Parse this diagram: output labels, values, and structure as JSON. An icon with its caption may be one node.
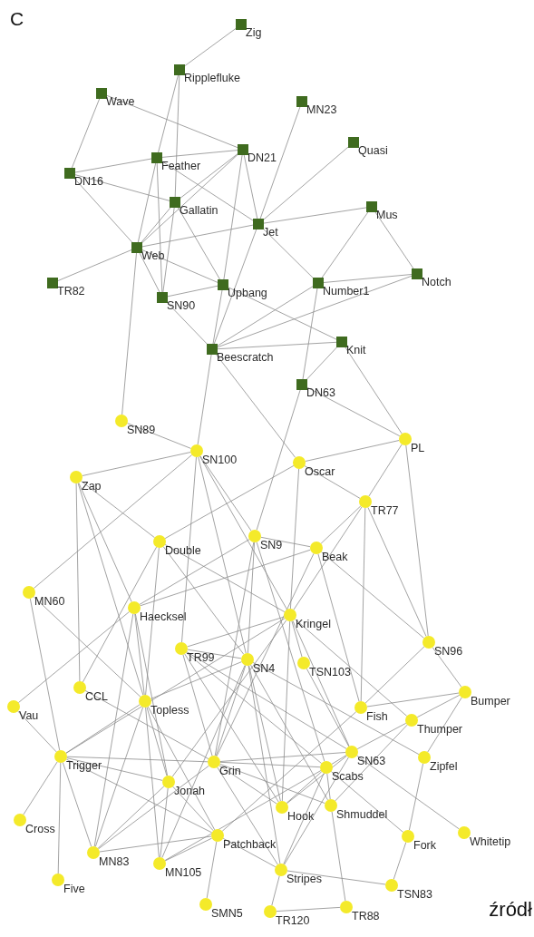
{
  "diagram": {
    "nodes": [
      {
        "text": [],
        "shape": "box",
        "beside": [
          "Zig"
        ]
      },
      {
        "text": [],
        "shape": "box",
        "beside": [
          "Ripplefluke"
        ]
      },
      {
        "text": [],
        "shape": "box",
        "beside": [
          "Wave"
        ]
      },
      {
        "text": [],
        "shape": "box",
        "beside": [
          "MN23"
        ]
      },
      {
        "text": [],
        "shape": "box",
        "beside": [
          "DN21"
        ]
      },
      {
        "text": [],
        "shape": "box",
        "beside": [
          "Feather"
        ]
      },
      {
        "text": [],
        "shape": "box",
        "beside": [
          "Quasi"
        ]
      },
      {
        "text": [],
        "shape": "box",
        "beside": [
          "DN16"
        ]
      },
      {
        "text": [],
        "shape": "box",
        "beside": [
          "Gallatin"
        ]
      },
      {
        "text": [],
        "shape": "box",
        "beside": [
          "Jet"
        ]
      },
      {
        "text": [],
        "shape": "box",
        "beside": [
          "Mus"
        ]
      },
      {
        "text": [],
        "shape": "box",
        "beside": [
          "Web"
        ]
      },
      {
        "text": [],
        "shape": "box",
        "beside": [
          "TR82"
        ]
      },
      {
        "text": [],
        "shape": "box",
        "beside": [
          "SN90"
        ]
      },
      {
        "text": [],
        "shape": "box",
        "beside": [
          "Upbang"
        ]
      },
      {
        "text": [],
        "shape": "box",
        "beside": [
          "Number1"
        ]
      },
      {
        "text": [],
        "shape": "box",
        "beside": [
          "Notch"
        ]
      },
      {
        "text": [],
        "shape": "box",
        "beside": [
          "Beescratch"
        ]
      },
      {
        "text": [],
        "shape": "box",
        "beside": [
          "Knit"
        ]
      },
      {
        "text": [],
        "shape": "box",
        "beside": [
          "DN63"
        ]
      },
      {
        "text": [],
        "shape": "circle",
        "beside": [
          "SN89"
        ]
      },
      {
        "text": [],
        "shape": "circle",
        "beside": [
          "PL"
        ]
      },
      {
        "text": [],
        "shape": "circle",
        "beside": [
          "SN100"
        ]
      },
      {
        "text": [],
        "shape": "circle",
        "beside": [
          "Oscar"
        ]
      },
      {
        "text": [],
        "shape": "circle",
        "beside": [
          "Zap"
        ]
      },
      {
        "text": [],
        "shape": "circle",
        "beside": [
          "TR77"
        ]
      },
      {
        "text": [],
        "shape": "circle",
        "beside": [
          "SN9"
        ]
      },
      {
        "text": [],
        "shape": "circle",
        "beside": [
          "Double"
        ]
      },
      {
        "text": [],
        "shape": "circle",
        "beside": [
          "Beak"
        ]
      },
      {
        "text": [],
        "shape": "circle",
        "beside": [
          "MN60"
        ]
      },
      {
        "text": [],
        "shape": "circle",
        "beside": [
          "Haecksel"
        ]
      },
      {
        "text": [],
        "shape": "circle",
        "beside": [
          "Kringel"
        ]
      },
      {
        "text": [],
        "shape": "circle",
        "beside": [
          "SN96"
        ]
      },
      {
        "text": [],
        "shape": "circle",
        "beside": [
          "TR99"
        ]
      },
      {
        "text": [],
        "shape": "circle",
        "beside": [
          "SN4"
        ]
      },
      {
        "text": [],
        "shape": "circle",
        "beside": [
          "TSN103"
        ]
      },
      {
        "text": [],
        "shape": "circle",
        "beside": [
          "CCL"
        ]
      },
      {
        "text": [],
        "shape": "circle",
        "beside": [
          "Topless"
        ]
      },
      {
        "text": [],
        "shape": "circle",
        "beside": [
          "Bumper"
        ]
      },
      {
        "text": [],
        "shape": "circle",
        "beside": [
          "Vau"
        ]
      },
      {
        "text": [],
        "shape": "circle",
        "beside": [
          "Fish"
        ]
      },
      {
        "text": [],
        "shape": "circle",
        "beside": [
          "Thumper"
        ]
      },
      {
        "text": [],
        "shape": "circle",
        "beside": [
          "SN63"
        ]
      },
      {
        "text": [],
        "shape": "circle",
        "beside": [
          "Trigger"
        ]
      },
      {
        "text": [],
        "shape": "circle",
        "beside": [
          "Zipfel"
        ]
      },
      {
        "text": [],
        "shape": "circle",
        "beside": [
          "Grin"
        ]
      },
      {
        "text": [],
        "shape": "circle",
        "beside": [
          "Scabs"
        ]
      },
      {
        "text": [],
        "shape": "circle",
        "beside": [
          "Jonah"
        ]
      },
      {
        "text": [],
        "shape": "circle",
        "beside": [
          "Hook"
        ]
      },
      {
        "text": [],
        "shape": "circle",
        "beside": [
          "Shmuddel"
        ]
      },
      {
        "text": [],
        "shape": "circle",
        "beside": [
          "Cross"
        ]
      },
      {
        "text": [],
        "shape": "circle",
        "beside": [
          "Fork"
        ]
      },
      {
        "text": [],
        "shape": "circle",
        "beside": [
          "Whitetip"
        ]
      },
      {
        "text": [],
        "shape": "circle",
        "beside": [
          "Patchback"
        ]
      },
      {
        "text": [],
        "shape": "circle",
        "beside": [
          "MN83"
        ]
      },
      {
        "text": [],
        "shape": "circle",
        "beside": [
          "MN105"
        ]
      },
      {
        "text": [],
        "shape": "circle",
        "beside": [
          "Stripes"
        ]
      },
      {
        "text": [],
        "shape": "circle",
        "beside": [
          "TSN83"
        ]
      },
      {
        "text": [],
        "shape": "circle",
        "beside": [
          "Five"
        ]
      },
      {
        "text": [],
        "shape": "circle",
        "beside": [
          "SMN5"
        ]
      },
      {
        "text": [],
        "shape": "circle",
        "beside": [
          "TR120"
        ]
      },
      {
        "text": [],
        "shape": "circle",
        "beside": [
          "TR88"
        ]
      }
    ],
    "edges": [
      {
        "from": 0,
        "to": 1,
        "arrow": "none"
      },
      {
        "from": 1,
        "to": 5,
        "arrow": "none"
      },
      {
        "from": 1,
        "to": 8,
        "arrow": "none"
      },
      {
        "from": 2,
        "to": 7,
        "arrow": "none"
      },
      {
        "from": 2,
        "to": 4,
        "arrow": "none"
      },
      {
        "from": 3,
        "to": 9,
        "arrow": "none"
      },
      {
        "from": 4,
        "to": 5,
        "arrow": "none"
      },
      {
        "from": 4,
        "to": 8,
        "arrow": "none"
      },
      {
        "from": 4,
        "to": 9,
        "arrow": "none"
      },
      {
        "from": 4,
        "to": 11,
        "arrow": "none"
      },
      {
        "from": 4,
        "to": 14,
        "arrow": "none"
      },
      {
        "from": 5,
        "to": 7,
        "arrow": "none"
      },
      {
        "from": 5,
        "to": 9,
        "arrow": "none"
      },
      {
        "from": 5,
        "to": 11,
        "arrow": "none"
      },
      {
        "from": 5,
        "to": 13,
        "arrow": "none"
      },
      {
        "from": 6,
        "to": 9,
        "arrow": "none"
      },
      {
        "from": 7,
        "to": 8,
        "arrow": "none"
      },
      {
        "from": 7,
        "to": 11,
        "arrow": "none"
      },
      {
        "from": 8,
        "to": 11,
        "arrow": "none"
      },
      {
        "from": 8,
        "to": 13,
        "arrow": "none"
      },
      {
        "from": 8,
        "to": 14,
        "arrow": "none"
      },
      {
        "from": 9,
        "to": 11,
        "arrow": "none"
      },
      {
        "from": 9,
        "to": 10,
        "arrow": "none"
      },
      {
        "from": 9,
        "to": 15,
        "arrow": "none"
      },
      {
        "from": 9,
        "to": 17,
        "arrow": "none"
      },
      {
        "from": 10,
        "to": 15,
        "arrow": "none"
      },
      {
        "from": 10,
        "to": 16,
        "arrow": "none"
      },
      {
        "from": 11,
        "to": 12,
        "arrow": "none"
      },
      {
        "from": 11,
        "to": 13,
        "arrow": "none"
      },
      {
        "from": 11,
        "to": 14,
        "arrow": "none"
      },
      {
        "from": 11,
        "to": 20,
        "arrow": "none"
      },
      {
        "from": 13,
        "to": 14,
        "arrow": "none"
      },
      {
        "from": 13,
        "to": 17,
        "arrow": "none"
      },
      {
        "from": 14,
        "to": 17,
        "arrow": "none"
      },
      {
        "from": 14,
        "to": 18,
        "arrow": "none"
      },
      {
        "from": 15,
        "to": 16,
        "arrow": "none"
      },
      {
        "from": 15,
        "to": 17,
        "arrow": "none"
      },
      {
        "from": 15,
        "to": 19,
        "arrow": "none"
      },
      {
        "from": 16,
        "to": 17,
        "arrow": "none"
      },
      {
        "from": 17,
        "to": 18,
        "arrow": "none"
      },
      {
        "from": 17,
        "to": 22,
        "arrow": "none"
      },
      {
        "from": 17,
        "to": 23,
        "arrow": "none"
      },
      {
        "from": 18,
        "to": 19,
        "arrow": "none"
      },
      {
        "from": 18,
        "to": 21,
        "arrow": "none"
      },
      {
        "from": 19,
        "to": 21,
        "arrow": "none"
      },
      {
        "from": 19,
        "to": 26,
        "arrow": "none"
      },
      {
        "from": 27,
        "to": 36,
        "arrow": "none"
      },
      {
        "from": 40,
        "to": 28,
        "arrow": "none"
      },
      {
        "from": 40,
        "to": 38,
        "arrow": "none"
      },
      {
        "from": 45,
        "to": 28,
        "arrow": "none"
      },
      {
        "from": 45,
        "to": 36,
        "arrow": "none"
      },
      {
        "from": 30,
        "to": 28,
        "arrow": "none"
      },
      {
        "from": 48,
        "to": 45,
        "arrow": "none"
      },
      {
        "from": 47,
        "to": 30,
        "arrow": "none"
      },
      {
        "from": 31,
        "to": 27,
        "arrow": "none"
      },
      {
        "from": 31,
        "to": 48,
        "arrow": "none"
      },
      {
        "from": 31,
        "to": 47,
        "arrow": "none"
      },
      {
        "from": 55,
        "to": 47,
        "arrow": "none"
      },
      {
        "from": 54,
        "to": 45,
        "arrow": "none"
      },
      {
        "from": 54,
        "to": 30,
        "arrow": "none"
      },
      {
        "from": 54,
        "to": 47,
        "arrow": "none"
      },
      {
        "from": 23,
        "to": 27,
        "arrow": "none"
      },
      {
        "from": 23,
        "to": 31,
        "arrow": "none"
      },
      {
        "from": 53,
        "to": 40,
        "arrow": "none"
      },
      {
        "from": 53,
        "to": 47,
        "arrow": "none"
      },
      {
        "from": 53,
        "to": 55,
        "arrow": "none"
      },
      {
        "from": 53,
        "to": 54,
        "arrow": "none"
      },
      {
        "from": 21,
        "to": 23,
        "arrow": "none"
      },
      {
        "from": 46,
        "to": 51,
        "arrow": "none"
      },
      {
        "from": 46,
        "to": 45,
        "arrow": "none"
      },
      {
        "from": 46,
        "to": 48,
        "arrow": "none"
      },
      {
        "from": 46,
        "to": 55,
        "arrow": "none"
      },
      {
        "from": 49,
        "to": 45,
        "arrow": "none"
      },
      {
        "from": 49,
        "to": 46,
        "arrow": "none"
      },
      {
        "from": 59,
        "to": 53,
        "arrow": "none"
      },
      {
        "from": 22,
        "to": 31,
        "arrow": "none"
      },
      {
        "from": 22,
        "to": 29,
        "arrow": "none"
      },
      {
        "from": 34,
        "to": 27,
        "arrow": "none"
      },
      {
        "from": 34,
        "to": 45,
        "arrow": "none"
      },
      {
        "from": 34,
        "to": 48,
        "arrow": "none"
      },
      {
        "from": 34,
        "to": 55,
        "arrow": "none"
      },
      {
        "from": 34,
        "to": 49,
        "arrow": "none"
      },
      {
        "from": 34,
        "to": 22,
        "arrow": "none"
      },
      {
        "from": 42,
        "to": 45,
        "arrow": "none"
      },
      {
        "from": 42,
        "to": 48,
        "arrow": "none"
      },
      {
        "from": 42,
        "to": 31,
        "arrow": "none"
      },
      {
        "from": 42,
        "to": 46,
        "arrow": "none"
      },
      {
        "from": 20,
        "to": 22,
        "arrow": "none"
      },
      {
        "from": 26,
        "to": 28,
        "arrow": "none"
      },
      {
        "from": 26,
        "to": 45,
        "arrow": "none"
      },
      {
        "from": 26,
        "to": 30,
        "arrow": "none"
      },
      {
        "from": 26,
        "to": 46,
        "arrow": "none"
      },
      {
        "from": 26,
        "to": 22,
        "arrow": "none"
      },
      {
        "from": 26,
        "to": 34,
        "arrow": "none"
      },
      {
        "from": 32,
        "to": 28,
        "arrow": "none"
      },
      {
        "from": 32,
        "to": 38,
        "arrow": "none"
      },
      {
        "from": 32,
        "to": 40,
        "arrow": "none"
      },
      {
        "from": 32,
        "to": 21,
        "arrow": "none"
      },
      {
        "from": 56,
        "to": 45,
        "arrow": "none"
      },
      {
        "from": 56,
        "to": 53,
        "arrow": "none"
      },
      {
        "from": 56,
        "to": 46,
        "arrow": "none"
      },
      {
        "from": 56,
        "to": 34,
        "arrow": "none"
      },
      {
        "from": 56,
        "to": 42,
        "arrow": "none"
      },
      {
        "from": 41,
        "to": 38,
        "arrow": "none"
      },
      {
        "from": 41,
        "to": 31,
        "arrow": "none"
      },
      {
        "from": 41,
        "to": 49,
        "arrow": "none"
      },
      {
        "from": 41,
        "to": 42,
        "arrow": "none"
      },
      {
        "from": 37,
        "to": 27,
        "arrow": "none"
      },
      {
        "from": 37,
        "to": 30,
        "arrow": "none"
      },
      {
        "from": 37,
        "to": 47,
        "arrow": "none"
      },
      {
        "from": 37,
        "to": 55,
        "arrow": "none"
      },
      {
        "from": 37,
        "to": 29,
        "arrow": "none"
      },
      {
        "from": 37,
        "to": 54,
        "arrow": "none"
      },
      {
        "from": 37,
        "to": 53,
        "arrow": "none"
      },
      {
        "from": 37,
        "to": 34,
        "arrow": "none"
      },
      {
        "from": 60,
        "to": 56,
        "arrow": "none"
      },
      {
        "from": 25,
        "to": 28,
        "arrow": "none"
      },
      {
        "from": 25,
        "to": 40,
        "arrow": "none"
      },
      {
        "from": 25,
        "to": 31,
        "arrow": "none"
      },
      {
        "from": 25,
        "to": 23,
        "arrow": "none"
      },
      {
        "from": 25,
        "to": 21,
        "arrow": "none"
      },
      {
        "from": 25,
        "to": 32,
        "arrow": "none"
      },
      {
        "from": 61,
        "to": 49,
        "arrow": "none"
      },
      {
        "from": 61,
        "to": 60,
        "arrow": "none"
      },
      {
        "from": 33,
        "to": 45,
        "arrow": "none"
      },
      {
        "from": 33,
        "to": 48,
        "arrow": "none"
      },
      {
        "from": 33,
        "to": 31,
        "arrow": "none"
      },
      {
        "from": 33,
        "to": 46,
        "arrow": "none"
      },
      {
        "from": 33,
        "to": 22,
        "arrow": "none"
      },
      {
        "from": 33,
        "to": 34,
        "arrow": "none"
      },
      {
        "from": 33,
        "to": 42,
        "arrow": "none"
      },
      {
        "from": 43,
        "to": 45,
        "arrow": "none"
      },
      {
        "from": 43,
        "to": 31,
        "arrow": "none"
      },
      {
        "from": 43,
        "to": 54,
        "arrow": "none"
      },
      {
        "from": 43,
        "to": 53,
        "arrow": "none"
      },
      {
        "from": 43,
        "to": 37,
        "arrow": "none"
      },
      {
        "from": 43,
        "to": 50,
        "arrow": "none"
      },
      {
        "from": 43,
        "to": 58,
        "arrow": "none"
      },
      {
        "from": 43,
        "to": 47,
        "arrow": "none"
      },
      {
        "from": 29,
        "to": 43,
        "arrow": "none"
      },
      {
        "from": 35,
        "to": 42,
        "arrow": "none"
      },
      {
        "from": 35,
        "to": 31,
        "arrow": "none"
      },
      {
        "from": 57,
        "to": 51,
        "arrow": "none"
      },
      {
        "from": 57,
        "to": 56,
        "arrow": "none"
      },
      {
        "from": 39,
        "to": 43,
        "arrow": "none"
      },
      {
        "from": 39,
        "to": 30,
        "arrow": "none"
      },
      {
        "from": 52,
        "to": 42,
        "arrow": "none"
      },
      {
        "from": 24,
        "to": 36,
        "arrow": "none"
      },
      {
        "from": 24,
        "to": 27,
        "arrow": "none"
      },
      {
        "from": 24,
        "to": 30,
        "arrow": "none"
      },
      {
        "from": 24,
        "to": 22,
        "arrow": "none"
      },
      {
        "from": 24,
        "to": 37,
        "arrow": "none"
      },
      {
        "from": 44,
        "to": 38,
        "arrow": "none"
      },
      {
        "from": 44,
        "to": 34,
        "arrow": "none"
      },
      {
        "from": 44,
        "to": 51,
        "arrow": "none"
      }
    ],
    "labels": [
      "C",
      "źródł"
    ]
  }
}
